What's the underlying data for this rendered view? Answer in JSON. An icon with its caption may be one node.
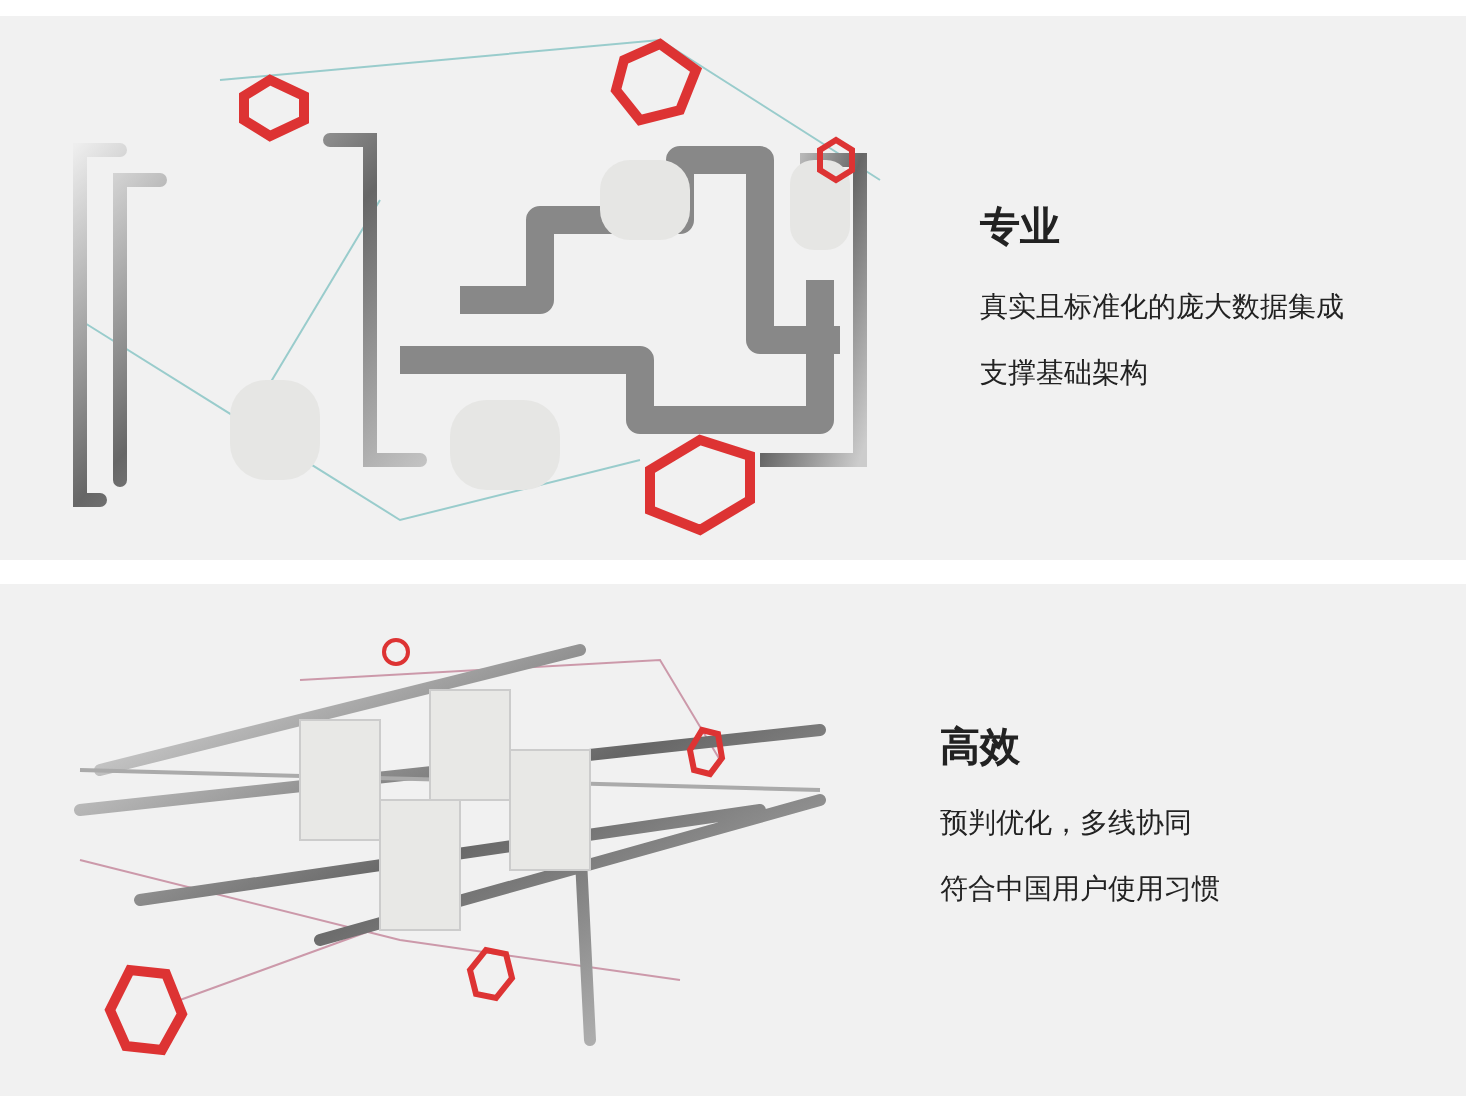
{
  "diagram": {
    "labels": [
      "专业",
      "真实且标准化的庞大数据集成",
      "支撑基础架构",
      "高效",
      "预判优化，多线协同",
      "符合中国用户使用习惯"
    ]
  }
}
